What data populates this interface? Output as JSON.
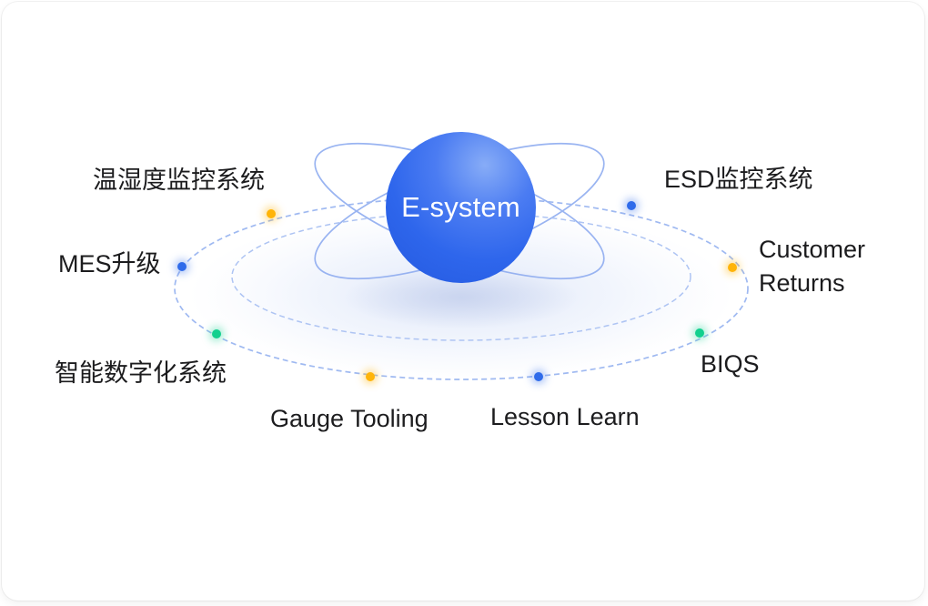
{
  "scene": {
    "center_label": "E-system"
  },
  "nodes": [
    {
      "name": "temp-humidity-monitoring",
      "label": "温湿度监控系统",
      "dot_color": "#FFB408"
    },
    {
      "name": "mes-upgrade",
      "label": "MES升级",
      "dot_color": "#2F6BEA"
    },
    {
      "name": "smart-digital-system",
      "label": "智能数字化系统",
      "dot_color": "#12D08E"
    },
    {
      "name": "gauge-tooling",
      "label": "Gauge Tooling",
      "dot_color": "#FFB408"
    },
    {
      "name": "lesson-learn",
      "label": "Lesson Learn",
      "dot_color": "#2F6BEA"
    },
    {
      "name": "biqs",
      "label": "BIQS",
      "dot_color": "#12D08E"
    },
    {
      "name": "customer-returns",
      "label": "Customer Returns",
      "dot_color": "#FFB408"
    },
    {
      "name": "esd-monitoring",
      "label": "ESD监控系统",
      "dot_color": "#2F6BEA"
    }
  ],
  "colors": {
    "sphere_highlight": "#87ACF7",
    "sphere_main": "#2E66EC",
    "orbit_dashed_stroke": "#9FB9F1",
    "atom_ring_stroke": "#8FACF0",
    "disc_fill": "#E3EAFA",
    "dot_yellow": "#FFB408",
    "dot_blue": "#2F6BEA",
    "dot_green": "#12D08E",
    "label_text": "#1C1C1E",
    "card_background": "#FFFFFF"
  }
}
